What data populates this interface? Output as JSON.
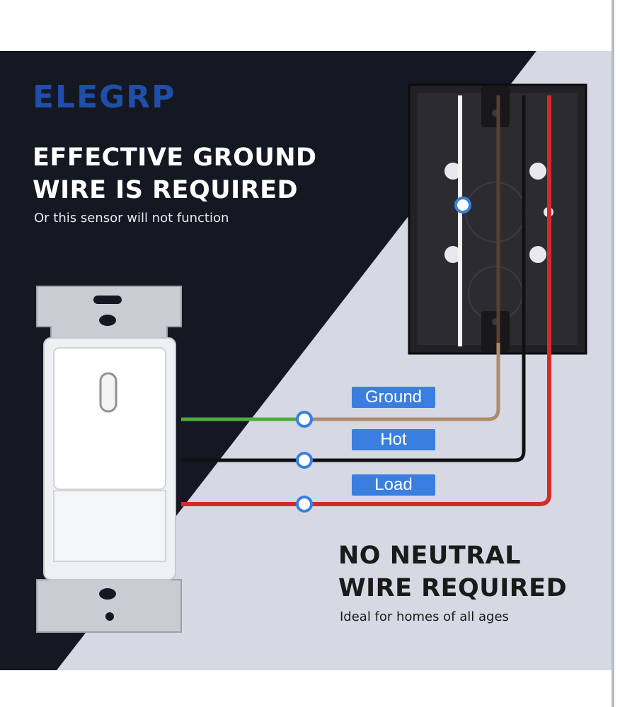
{
  "brand": {
    "name": "ELEGRP"
  },
  "top_heading": {
    "line1": "EFFECTIVE GROUND",
    "line2": "WIRE IS REQUIRED",
    "subtitle": "Or this sensor will not function"
  },
  "bottom_heading": {
    "line1": "NO NEUTRAL",
    "line2": "WIRE REQUIRED",
    "subtitle": "Ideal for homes of all ages"
  },
  "wires": [
    {
      "label": "Ground",
      "color": "#4caf3c"
    },
    {
      "label": "Hot",
      "color": "#111111"
    },
    {
      "label": "Load",
      "color": "#d42a2a"
    }
  ],
  "colors": {
    "dark_panel": "#141823",
    "light_panel": "#d6d8e3",
    "brand_blue": "#1f4fa8",
    "tag_blue": "#3a7fe0"
  }
}
